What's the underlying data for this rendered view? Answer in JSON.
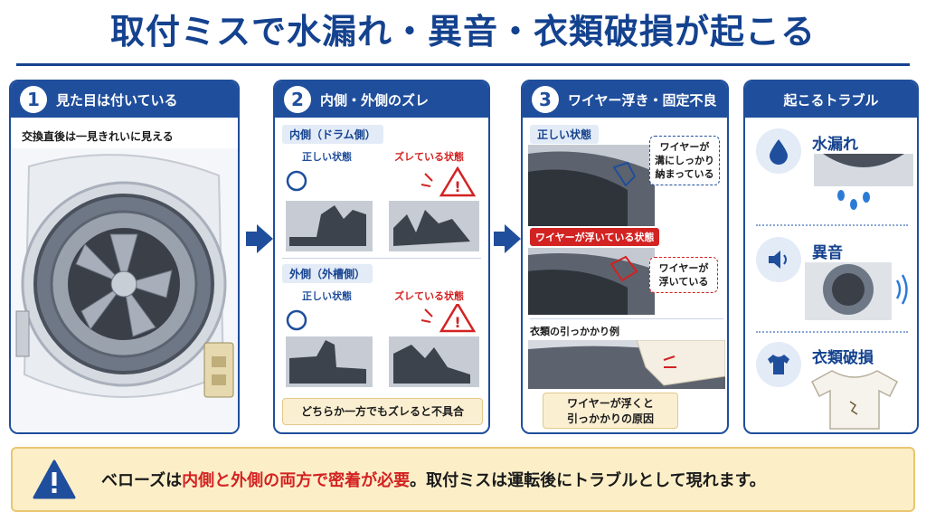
{
  "title": "取付ミスで水漏れ・異音・衣類破損が起こる",
  "panel1": {
    "num": "1",
    "heading": "見た目は付いている",
    "caption": "交換直後は一見きれいに見える"
  },
  "panel2": {
    "num": "2",
    "heading": "内側・外側のズレ",
    "inner_label": "内側（ドラム側）",
    "outer_label": "外側（外槽側）",
    "correct": "正しい状態",
    "wrong": "ズレている状態",
    "note": "どちらか一方でもズレると不具合"
  },
  "panel3": {
    "num": "3",
    "heading": "ワイヤー浮き・固定不良",
    "correct_label": "正しい状態",
    "callout_ok": [
      "ワイヤーが",
      "溝にしっかり",
      "納まっている"
    ],
    "float_label": "ワイヤーが浮いている状態",
    "callout_ng": [
      "ワイヤーが",
      "浮いている"
    ],
    "clothes_label": "衣類の引っかかり例",
    "note": [
      "ワイヤーが浮くと",
      "引っかかりの原因"
    ]
  },
  "panel4": {
    "heading": "起こるトラブル",
    "items": [
      {
        "label": "水漏れ",
        "icon": "water-drop-icon"
      },
      {
        "label": "異音",
        "icon": "speaker-icon"
      },
      {
        "label": "衣類破損",
        "icon": "shirt-icon"
      }
    ]
  },
  "banner": {
    "part1": "ベローズは",
    "highlight": "内側と外側の両方で密着が必要",
    "part2": "。取付ミスは運転後にトラブルとして現れます。"
  },
  "colors": {
    "brand_blue": "#1f4e9c",
    "warning_red": "#d32222",
    "banner_bg": "#fcefc8"
  }
}
